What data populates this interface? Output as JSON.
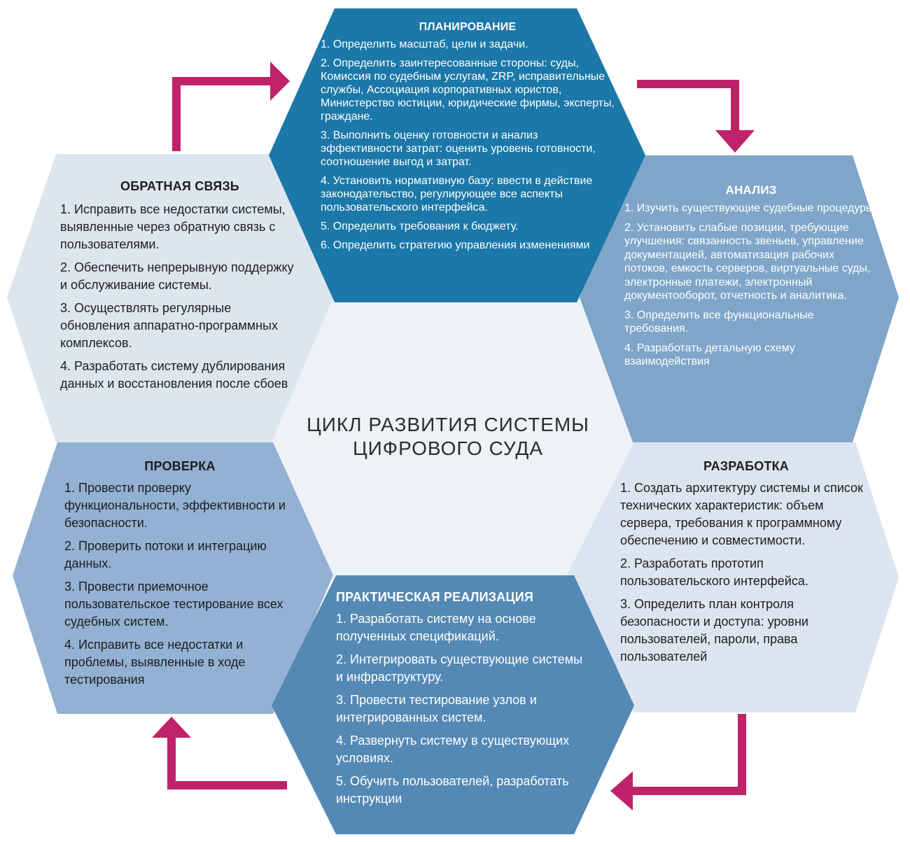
{
  "center_title": [
    "ЦИКЛ РАЗВИТИЯ СИСТЕМЫ",
    "ЦИФРОВОГО СУДА"
  ],
  "colors": {
    "planning": "#1b78a8",
    "analysis": "#7fa6c9",
    "development": "#dce5ef",
    "implementation": "#5489b5",
    "verification": "#93b1d2",
    "feedback": "#dde6ef",
    "center": "#edf2f6",
    "arrow": "#c0226a"
  },
  "icons": [
    "arrow-right-icon",
    "arrow-down-icon",
    "arrow-left-icon",
    "arrow-up-icon"
  ],
  "stages": {
    "planning": {
      "title": "ПЛАНИРОВАНИЕ",
      "items": [
        "1. Определить масштаб, цели и задачи.",
        "2. Определить заинтересованные стороны: суды, Комиссия по судебным услугам, ZRP, исправительные службы, Ассоциация корпоративных юристов, Министерство юстиции, юридические фирмы, эксперты, граждане.",
        "3. Выполнить оценку готовности и анализ эффективности затрат: оценить уровень готовности, соотношение выгод и затрат.",
        "4. Установить нормативную базу: ввести в действие законодательство, регулирующее все аспекты пользовательского интерфейса.",
        "5. Определить требования к бюджету.",
        "6. Определить стратегию управления изменениями"
      ]
    },
    "analysis": {
      "title": "АНАЛИЗ",
      "items": [
        "1. Изучить существующие судебные процедуры.",
        "2. Установить слабые позиции, требующие улучшения: связанность звеньев, управление документацией, автоматизация рабочих потоков, емкость серверов, виртуальные суды, электронные платежи, электронный документооборот, отчетность и аналитика.",
        "3. Определить все функциональные требования.",
        "4. Разработать детальную схему взаимодействия"
      ]
    },
    "development": {
      "title": "РАЗРАБОТКА",
      "items": [
        "1. Создать архитектуру системы и список технических характеристик: объем сервера, требования к программному обеспечению и совместимости.",
        "2. Разработать прототип пользовательского интерфейса.",
        "3. Определить план контроля безопасности и доступа: уровни пользователей, пароли, права пользователей"
      ]
    },
    "implementation": {
      "title": "ПРАКТИЧЕСКАЯ РЕАЛИЗАЦИЯ",
      "items": [
        "1. Разработать систему на основе полученных спецификаций.",
        "2. Интегрировать существующие системы и инфраструктуру.",
        "3. Провести тестирование узлов и интегрированных систем.",
        "4. Развернуть систему в существующих условиях.",
        "5. Обучить пользователей, разработать инструкции"
      ]
    },
    "verification": {
      "title": "ПРОВЕРКА",
      "items": [
        "1. Провести проверку функциональности, эффективности и безопасности.",
        "2. Проверить потоки и интеграцию данных.",
        "3. Провести приемочное пользовательское тестирование всех судебных систем.",
        "4. Исправить все недостатки и проблемы, выявленные в ходе тестирования"
      ]
    },
    "feedback": {
      "title": "ОБРАТНАЯ СВЯЗЬ",
      "items": [
        "1. Исправить все недостатки системы, выявленные через обратную связь с пользователями.",
        "2. Обеспечить непрерывную поддержку и обслуживание системы.",
        "3. Осуществлять регулярные обновления аппаратно-программных комплексов.",
        "4. Разработать систему дублирования данных и восстановления после сбоев"
      ]
    }
  }
}
